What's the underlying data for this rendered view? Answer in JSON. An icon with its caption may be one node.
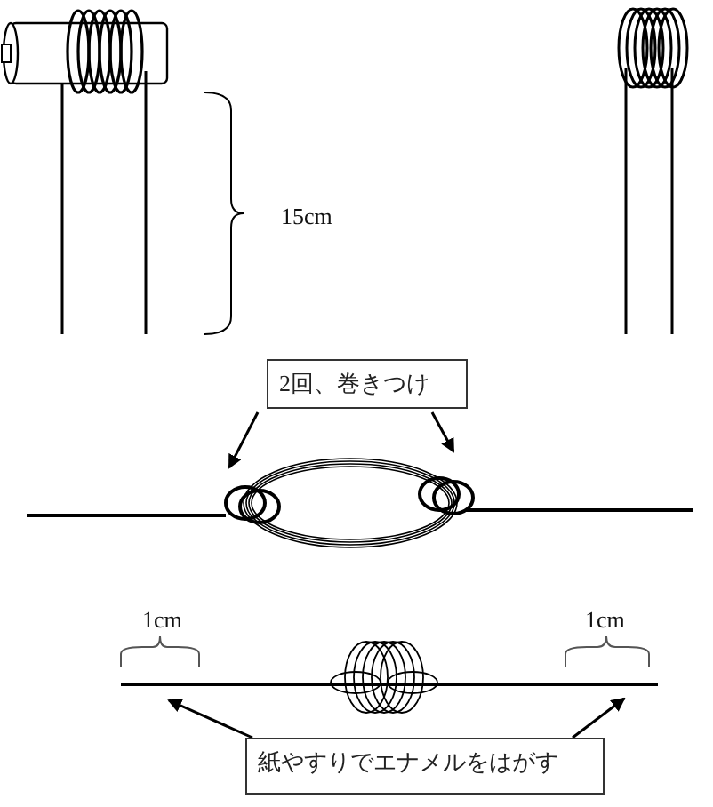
{
  "diagram": {
    "nodes": [
      {
        "text": [
          "2回、巻きつけ"
        ]
      },
      {
        "text": [],
        "shape": "circle"
      },
      {
        "text": [],
        "shape": "circle"
      },
      {
        "text": [],
        "shape": "bar"
      },
      {
        "text": [],
        "shape": "bar"
      },
      {
        "text": [
          "紙やすりでエナメルをはがす"
        ]
      }
    ],
    "edges": [
      {
        "from": 0,
        "to": 1,
        "arrow": "to"
      },
      {
        "from": 0,
        "to": 2,
        "arrow": "to"
      },
      {
        "from": 5,
        "to": 3,
        "arrow": "to"
      },
      {
        "from": 5,
        "to": 4,
        "arrow": "to"
      }
    ],
    "labels": [
      "15cm",
      "1cm",
      "1cm"
    ]
  }
}
